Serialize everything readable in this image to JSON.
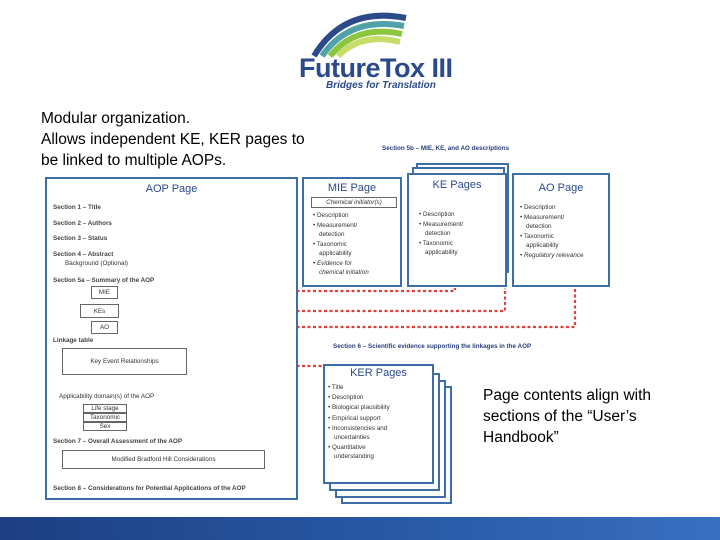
{
  "colors": {
    "brand_blue": "#2c4a8a",
    "box_border": "#3e6ea8",
    "link_red": "#d9413a",
    "logo_green": "#8cc63f",
    "logo_light_green": "#c8dc6a",
    "logo_teal": "#4fa3a8",
    "bar_blue": "#1d3f82"
  },
  "logo": {
    "title": "FutureTox III",
    "subtitle": "Bridges for Translation"
  },
  "caption_left": [
    "Modular organization.",
    "Allows independent KE, KER pages to",
    "be linked to multiple AOPs."
  ],
  "caption_right": [
    "Page contents align with",
    "sections of the “User’s",
    "Handbook”"
  ],
  "diagram": {
    "section5b_label": "Section 5b – MIE, KE, and AO descriptions",
    "section6_label": "Section 6 – Scientific evidence supporting the linkages in the AOP",
    "aop_page": {
      "title": "AOP Page",
      "s1": "Section 1 – Title",
      "s2": "Section 2 – Authors",
      "s3": "Section 3 – Status",
      "s4": "Section 4 – Abstract",
      "background": "Background (Optional)",
      "s5a": "Section 5a – Summary of the AOP",
      "mie": "MIE",
      "kes": "KEs",
      "ao": "AO",
      "linkage": "Linkage table",
      "ker": "Key Event Relationships",
      "applic": "Applicability domain(s) of the AOP",
      "life": "Life stage",
      "taxo": "Taxonomic",
      "sex": "Sex",
      "s7": "Section 7 – Overall Assessment of the AOP",
      "bradford": "Modified Bradford Hill Considerations",
      "s8": "Section 8 – Considerations for Potential Applications of the AOP"
    },
    "mie_page": {
      "title": "MIE Page",
      "chem": "Chemical initiator(s)",
      "items": [
        "Description",
        "Measurement/",
        "detection",
        "Taxonomic",
        "applicability",
        "Evidence for",
        "chemical initiation"
      ]
    },
    "ke_page": {
      "title": "KE Pages",
      "items": [
        "Description",
        "Measurement/",
        "detection",
        "Taxonomic",
        "applicability"
      ]
    },
    "ao_page": {
      "title": "AO Page",
      "items": [
        "Description",
        "Measurement/",
        "detection",
        "Taxonomic",
        "applicability",
        "Regulatory relevance"
      ]
    },
    "ker_pages": {
      "title": "KER Pages",
      "items": [
        "Title",
        "Description",
        "Biological plausibility",
        "Empirical support",
        "Inconsistencies and",
        "uncertainties",
        "Quantitative",
        "understanding"
      ]
    }
  }
}
